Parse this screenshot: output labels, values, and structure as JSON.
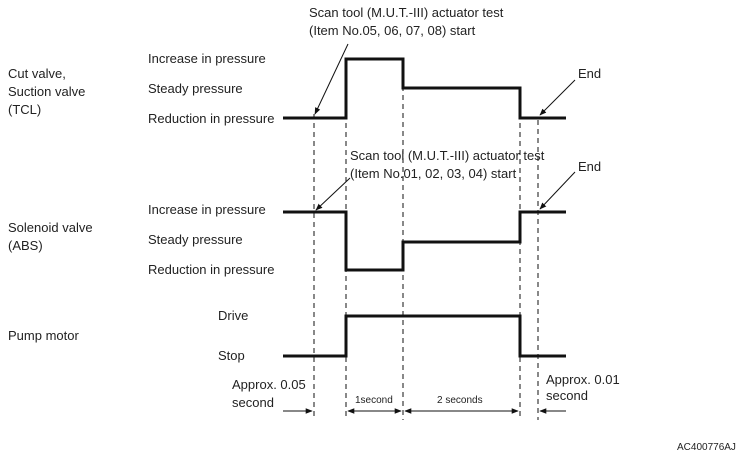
{
  "top_annotation": [
    "Scan tool (M.U.T.-III) actuator test",
    "(Item No.05, 06, 07, 08) start"
  ],
  "mid_annotation": [
    "Scan tool (M.U.T.-III) actuator test",
    "(Item No.01, 02, 03, 04) start"
  ],
  "end_label": "End",
  "signals": [
    {
      "name": [
        "Cut valve,",
        "Suction valve",
        "(TCL)"
      ],
      "levels": [
        "Increase in pressure",
        "Steady pressure",
        "Reduction in pressure"
      ]
    },
    {
      "name": [
        "Solenoid valve",
        "(ABS)"
      ],
      "levels": [
        "Increase in pressure",
        "Steady pressure",
        "Reduction in pressure"
      ]
    },
    {
      "name": [
        "Pump motor"
      ],
      "levels": [
        "Drive",
        "Stop"
      ]
    }
  ],
  "timing": {
    "start_delay": [
      "Approx. 0.05",
      "second"
    ],
    "segment_1": "1second",
    "segment_2": "2 seconds",
    "end_delay": [
      "Approx. 0.01",
      "second"
    ]
  },
  "figure_code": "AC400776AJ"
}
